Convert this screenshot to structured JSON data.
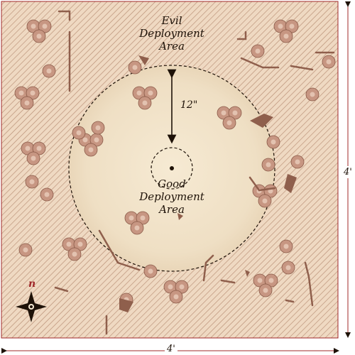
{
  "map": {
    "evil_zone": {
      "line1": "Evil",
      "line2": "Deployment",
      "line3": "Area"
    },
    "good_zone": {
      "line1": "Good",
      "line2": "Deployment",
      "line3": "Area"
    },
    "radius_label": "12\"",
    "width_label": "4'",
    "height_label": "4'",
    "compass_letter": "n",
    "colors": {
      "parchment": "#f0e1c6",
      "hatch": "#b88e74",
      "border": "#a0282a",
      "tree": "#c79682",
      "ink": "#1e1208"
    }
  }
}
